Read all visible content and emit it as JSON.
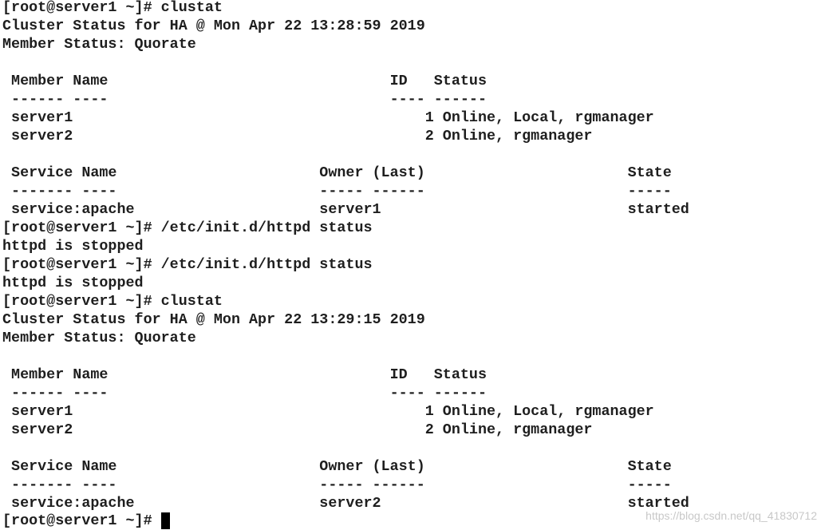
{
  "terminal": {
    "lines": [
      "[root@server1 ~]# clustat",
      "Cluster Status for HA @ Mon Apr 22 13:28:59 2019",
      "Member Status: Quorate",
      "",
      " Member Name                                ID   Status",
      " ------ ----                                ---- ------",
      " server1                                        1 Online, Local, rgmanager",
      " server2                                        2 Online, rgmanager",
      "",
      " Service Name                       Owner (Last)                       State",
      " ------- ----                       ----- ------                       -----",
      " service:apache                     server1                            started",
      "[root@server1 ~]# /etc/init.d/httpd status",
      "httpd is stopped",
      "[root@server1 ~]# /etc/init.d/httpd status",
      "httpd is stopped",
      "[root@server1 ~]# clustat",
      "Cluster Status for HA @ Mon Apr 22 13:29:15 2019",
      "Member Status: Quorate",
      "",
      " Member Name                                ID   Status",
      " ------ ----                                ---- ------",
      " server1                                        1 Online, Local, rgmanager",
      " server2                                        2 Online, rgmanager",
      "",
      " Service Name                       Owner (Last)                       State",
      " ------- ----                       ----- ------                       -----",
      " service:apache                     server2                            started"
    ],
    "prompt": "[root@server1 ~]#"
  },
  "watermark": "https://blog.csdn.net/qq_41830712",
  "colors": {
    "background": "#ffffff",
    "text": "#1e1e1e",
    "cursor": "#000000"
  }
}
